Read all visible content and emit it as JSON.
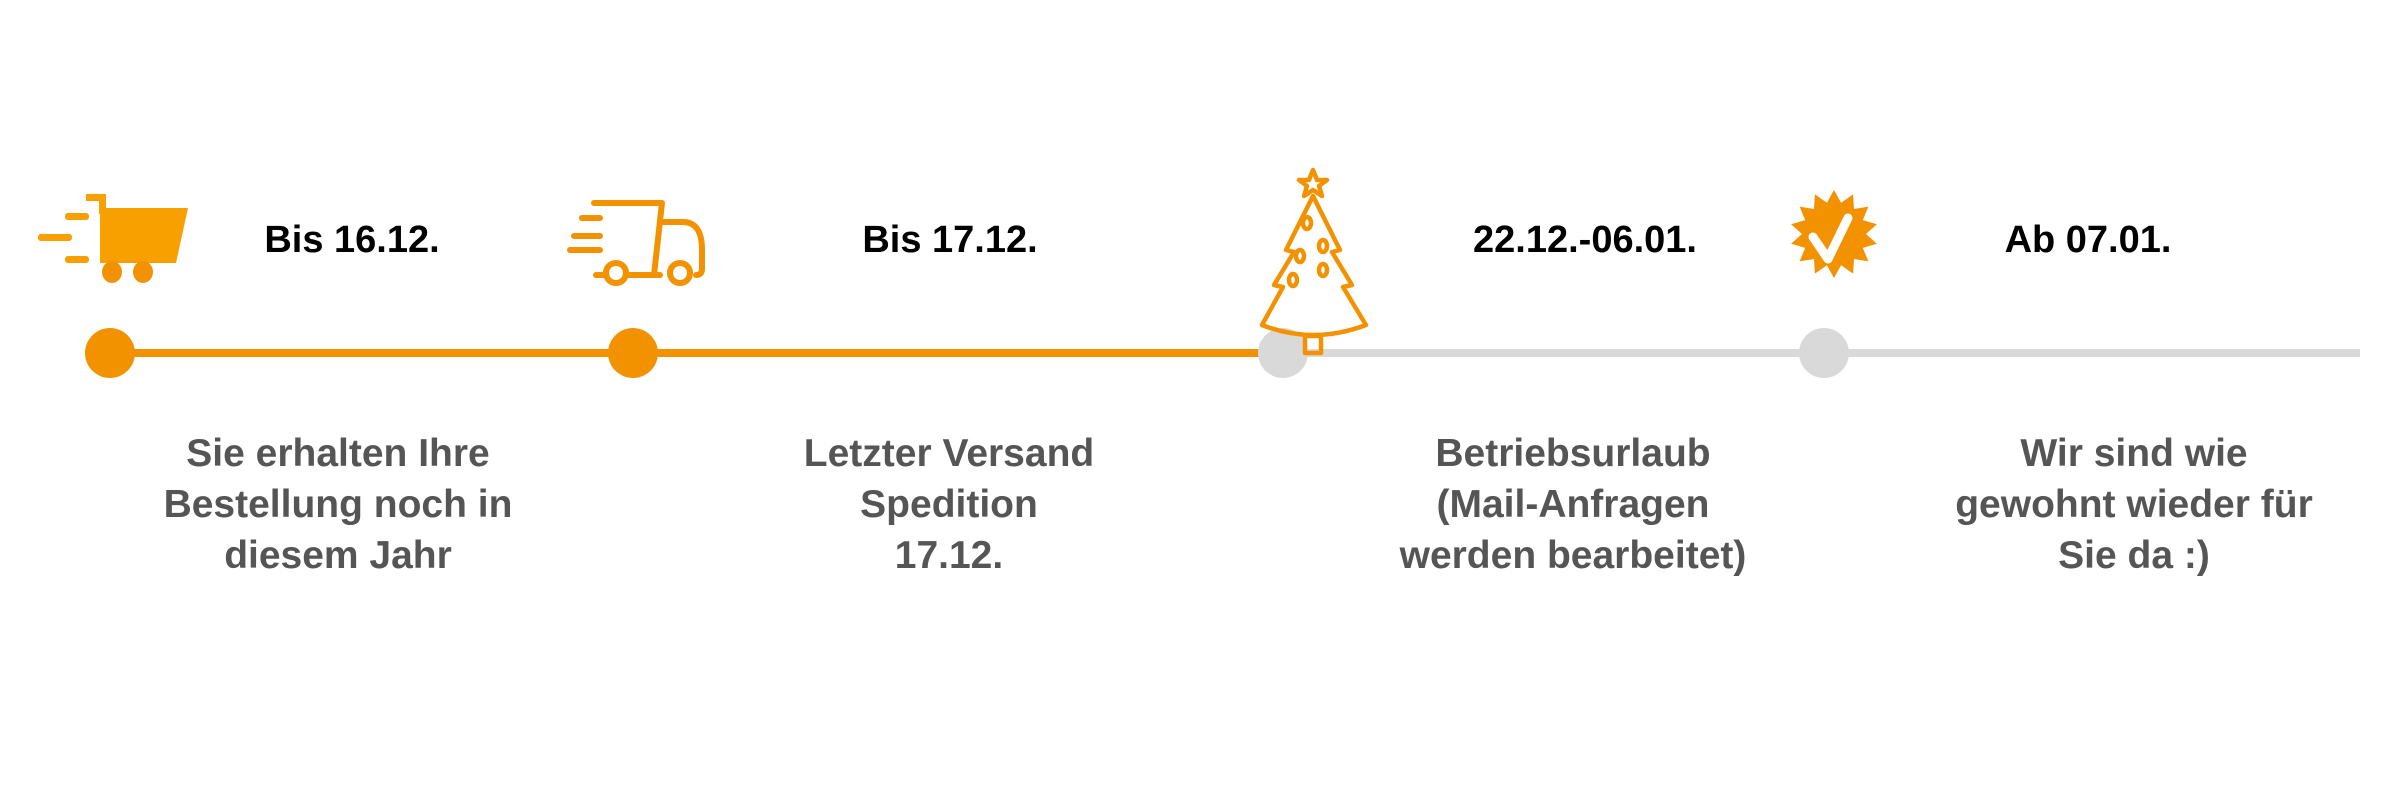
{
  "colors": {
    "active": "#F39200",
    "inactive": "#D9D9D9",
    "date_text": "#000000",
    "desc_text": "#555555"
  },
  "steps": [
    {
      "icon": "shopping-cart-icon",
      "date": "Bis 16.12.",
      "lines": [
        "Sie erhalten Ihre",
        "Bestellung noch in",
        "diesem Jahr"
      ],
      "status": "active"
    },
    {
      "icon": "delivery-truck-icon",
      "date": "Bis 17.12.",
      "lines": [
        "Letzter Versand",
        "Spedition",
        "17.12."
      ],
      "status": "active"
    },
    {
      "icon": "christmas-tree-icon",
      "date": "22.12.-06.01.",
      "lines": [
        "Betriebsurlaub",
        "(Mail-Anfragen",
        "werden bearbeitet)"
      ],
      "status": "inactive"
    },
    {
      "icon": "verified-badge-icon",
      "date": "Ab 07.01.",
      "lines": [
        "Wir sind wie",
        "gewohnt wieder für",
        "Sie da :)"
      ],
      "status": "inactive"
    }
  ]
}
